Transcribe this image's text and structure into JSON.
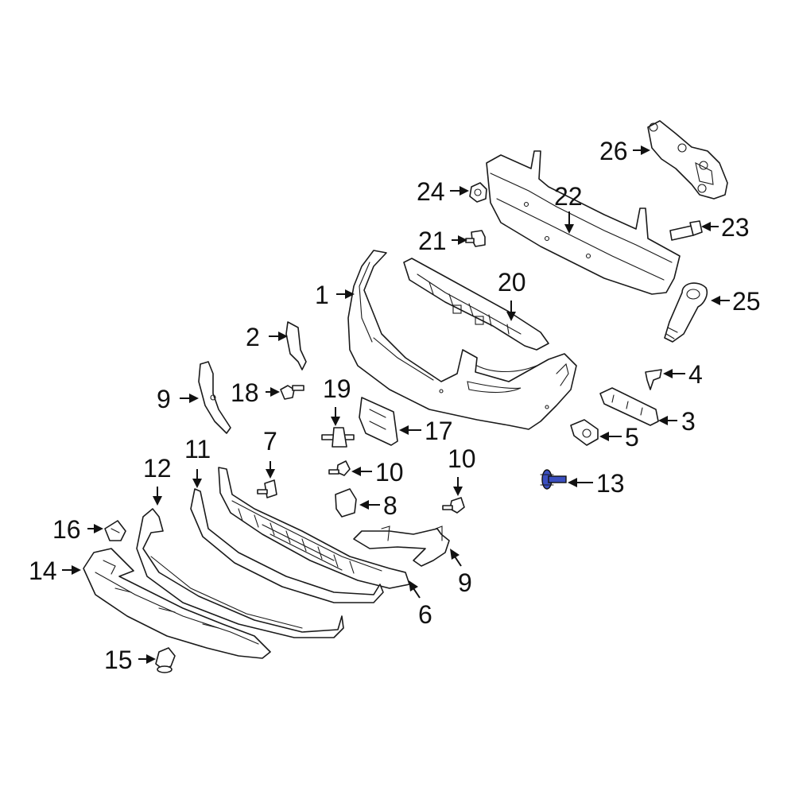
{
  "diagram": {
    "highlight_color": "#3b4fbf",
    "callouts": [
      {
        "id": "c1",
        "label": "1"
      },
      {
        "id": "c2",
        "label": "2"
      },
      {
        "id": "c3",
        "label": "3"
      },
      {
        "id": "c4",
        "label": "4"
      },
      {
        "id": "c5",
        "label": "5"
      },
      {
        "id": "c6",
        "label": "6"
      },
      {
        "id": "c7",
        "label": "7"
      },
      {
        "id": "c8",
        "label": "8"
      },
      {
        "id": "c9a",
        "label": "9"
      },
      {
        "id": "c9b",
        "label": "9"
      },
      {
        "id": "c10a",
        "label": "10"
      },
      {
        "id": "c10b",
        "label": "10"
      },
      {
        "id": "c11",
        "label": "11"
      },
      {
        "id": "c12",
        "label": "12"
      },
      {
        "id": "c13",
        "label": "13"
      },
      {
        "id": "c14",
        "label": "14"
      },
      {
        "id": "c15",
        "label": "15"
      },
      {
        "id": "c16",
        "label": "16"
      },
      {
        "id": "c17",
        "label": "17"
      },
      {
        "id": "c18",
        "label": "18"
      },
      {
        "id": "c19",
        "label": "19"
      },
      {
        "id": "c20",
        "label": "20"
      },
      {
        "id": "c21",
        "label": "21"
      },
      {
        "id": "c22",
        "label": "22"
      },
      {
        "id": "c23",
        "label": "23"
      },
      {
        "id": "c24",
        "label": "24"
      },
      {
        "id": "c25",
        "label": "25"
      },
      {
        "id": "c26",
        "label": "26"
      }
    ]
  }
}
